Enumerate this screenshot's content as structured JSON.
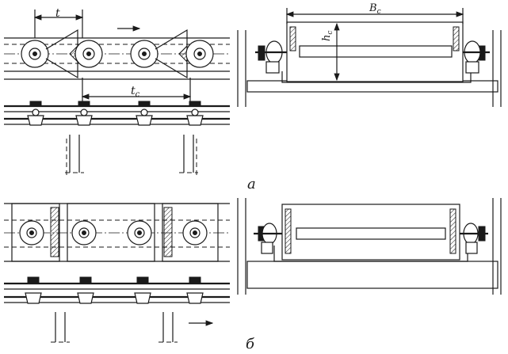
{
  "labels": {
    "t": "t",
    "tc_main": "t",
    "tc_sub": "c",
    "bc_main": "B",
    "bc_sub": "c",
    "hc_main": "h",
    "hc_sub": "c",
    "fig_a": "а",
    "fig_b": "б"
  }
}
